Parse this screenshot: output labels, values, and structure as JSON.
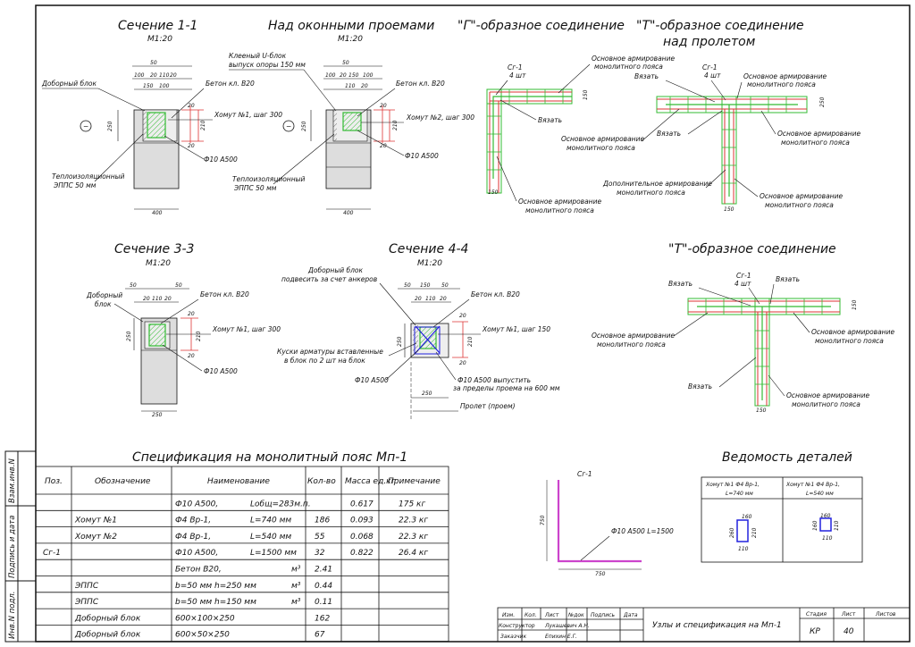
{
  "side_stamp": {
    "inv_podl": "Инв.N подл.",
    "podpis": "Подпись и дата",
    "vzam": "Взам.инв.N"
  },
  "titles": {
    "s11": "Сечение 1-1",
    "s11_scale": "М1:20",
    "nad_okon": "Над оконными проемами",
    "nad_okon_scale": "М1:20",
    "g_soed": "\"Г\"-образное соединение",
    "t_soed_line1": "\"Т\"-образное соединение",
    "t_soed_line2": "над пролетом",
    "s33": "Сечение 3-3",
    "s33_scale": "М1:20",
    "s44": "Сечение 4-4",
    "s44_scale": "М1:20",
    "t_soed2": "\"Т\"-образное соединение",
    "spec_title": "Спецификация на монолитный пояс Мп-1",
    "vedomost": "Ведомость деталей"
  },
  "sec11": {
    "dims_top": [
      "50",
      "100",
      "20",
      "110",
      "20",
      "150",
      "100"
    ],
    "dob_blok": "Доборный блок",
    "beton": "Бетон кл. В20",
    "homut": "Хомут №1, шаг 300",
    "phi": "Ф10 А500",
    "teplo1": "Теплоизоляционный",
    "teplo2": "ЭППС 50 мм",
    "d250": "250",
    "d210": "210",
    "d20a": "20",
    "d20b": "20",
    "d400": "400",
    "minus": "−"
  },
  "secNad": {
    "dims_top": [
      "50",
      "100",
      "20",
      "150",
      "100",
      "110",
      "20"
    ],
    "klee1": "Клееный U-блок",
    "klee2": "выпуск опоры 150 мм",
    "beton": "Бетон кл. В20",
    "homut": "Хомут №2, шаг 300",
    "phi": "Ф10 А500",
    "teplo1": "Теплоизоляционный",
    "teplo2": "ЭППС 50 мм",
    "d250": "250",
    "d210": "210",
    "d20a": "20",
    "d20b": "20",
    "d400": "400",
    "minus": "−"
  },
  "gJoint": {
    "sg": "Сг-1",
    "sg_n": "4 шт",
    "osn1": "Основное армирование",
    "osn1b": "монолитного пояса",
    "vyazat": "Вязать",
    "osn2": "Основное армирование",
    "osn2b": "монолитного пояса",
    "d150a": "150",
    "d150b": "150"
  },
  "tJoint1": {
    "sg": "Сг-1",
    "sg_n": "4 шт",
    "vyazat1": "Вязать",
    "vyazat2": "Вязать",
    "osn1": "Основное армирование",
    "osn1b": "монолитного пояса",
    "osn2": "Основное армирование",
    "osn2b": "монолитного пояса",
    "dop1": "Дополнительное армирование",
    "dop1b": "монолитного пояса",
    "osn3": "Основное армирование",
    "osn3b": "монолитного пояса",
    "d250": "250",
    "d150": "150"
  },
  "sec33": {
    "dims_top": [
      "50",
      "20",
      "110",
      "20",
      "50"
    ],
    "dob1": "Доборный",
    "dob2": "блок",
    "beton": "Бетон кл. В20",
    "homut": "Хомут №1, шаг 300",
    "phi": "Ф10 А500",
    "d250": "250",
    "d210": "210",
    "d20a": "20",
    "d20b": "20",
    "d250b": "250"
  },
  "sec44": {
    "dims_top": [
      "50",
      "150",
      "50",
      "20",
      "110",
      "20"
    ],
    "dob1": "Доборный блок",
    "dob2": "подвесить  за счет анкеров",
    "beton": "Бетон кл. В20",
    "homut": "Хомут №1, шаг 150",
    "kuski1": "Куски арматуры вставленные",
    "kuski2": "в блок по 2 шт на блок",
    "phi_l": "Ф10 А500",
    "phi_r1": "Ф10 А500 выпустить",
    "phi_r2": "за пределы проема на 600 мм",
    "prolet": "Пролет (проем)",
    "d250": "250",
    "d210": "210",
    "d20a": "20",
    "d20b": "20",
    "d250b": "250"
  },
  "tJoint2": {
    "sg": "Сг-1",
    "sg_n": "4 шт",
    "vyazat1": "Вязать",
    "vyazat2": "Вязать",
    "vyazat3": "Вязать",
    "osn1": "Основное армирование",
    "osn1b": "монолитного пояса",
    "osn2": "Основное армирование",
    "osn2b": "монолитного пояса",
    "osn3": "Основное армирование",
    "osn3b": "монолитного пояса",
    "d150a": "150",
    "d150b": "150"
  },
  "spec": {
    "headers": [
      "Поз.",
      "Обозначение",
      "Наименование",
      "Кол-во",
      "Масса ед.кг",
      "Примечание"
    ],
    "rows": [
      {
        "poz": "",
        "obozn": "",
        "naim": "Ф10 А500,",
        "naim2": "Lобщ=283м.п.",
        "kol": "",
        "massa": "0.617",
        "prim": "175 кг"
      },
      {
        "poz": "",
        "obozn": "Хомут №1",
        "naim": "Ф4 Вр-1,",
        "naim2": "L=740 мм",
        "kol": "186",
        "massa": "0.093",
        "prim": "22.3 кг"
      },
      {
        "poz": "",
        "obozn": "Хомут №2",
        "naim": "Ф4 Вр-1,",
        "naim2": "L=540 мм",
        "kol": "55",
        "massa": "0.068",
        "prim": "22.3 кг"
      },
      {
        "poz": "Сг-1",
        "obozn": "",
        "naim": "Ф10 А500,",
        "naim2": "L=1500 мм",
        "kol": "32",
        "massa": "0.822",
        "prim": "26.4 кг"
      },
      {
        "poz": "",
        "obozn": "",
        "naim": "Бетон В20,",
        "naim2": "м³",
        "kol": "2.41",
        "massa": "",
        "prim": ""
      },
      {
        "poz": "",
        "obozn": "ЭППС",
        "naim": "b=50 мм h=250 мм",
        "naim2": "м³",
        "kol": "0.44",
        "massa": "",
        "prim": ""
      },
      {
        "poz": "",
        "obozn": "ЭППС",
        "naim": "b=50 мм h=150 мм",
        "naim2": "м³",
        "kol": "0.11",
        "massa": "",
        "prim": ""
      },
      {
        "poz": "",
        "obozn": "Доборный блок",
        "naim": "600×100×250",
        "naim2": "",
        "kol": "162",
        "massa": "",
        "prim": ""
      },
      {
        "poz": "",
        "obozn": "Доборный блок",
        "naim": "600×50×250",
        "naim2": "",
        "kol": "67",
        "massa": "",
        "prim": ""
      }
    ]
  },
  "sg_detail": {
    "label": "Сг-1",
    "d750v": "750",
    "d750h": "750",
    "phi": "Ф10 А500 L=1500"
  },
  "vedomost": {
    "col1a": "Хомут  №1 Ф4 Вр-1,",
    "col1b": "L=740 мм",
    "col2a": "Хомут №1 Ф4 Вр-1,",
    "col2b": "L=540 мм",
    "c1_160": "160",
    "c1_260": "260",
    "c1_210": "210",
    "c1_110": "110",
    "c2_160": "160",
    "c2_160b": "160",
    "c2_110": "110",
    "c2_110b": "110"
  },
  "titleblock": {
    "cols": [
      "Изм.",
      "Кол.",
      "Лист",
      "№док",
      "Подпись",
      "Дата"
    ],
    "r1_role": "Конструктор",
    "r1_name": "Лукашевич А.Н.",
    "r2_role": "Заказчик",
    "r2_name": "Епихин Е.Г.",
    "title": "Узлы и спецификация на Мп-1",
    "stadiya": "Стадия",
    "list": "Лист",
    "listov": "Листов",
    "stadiya_v": "КР",
    "list_v": "40",
    "listov_v": ""
  }
}
